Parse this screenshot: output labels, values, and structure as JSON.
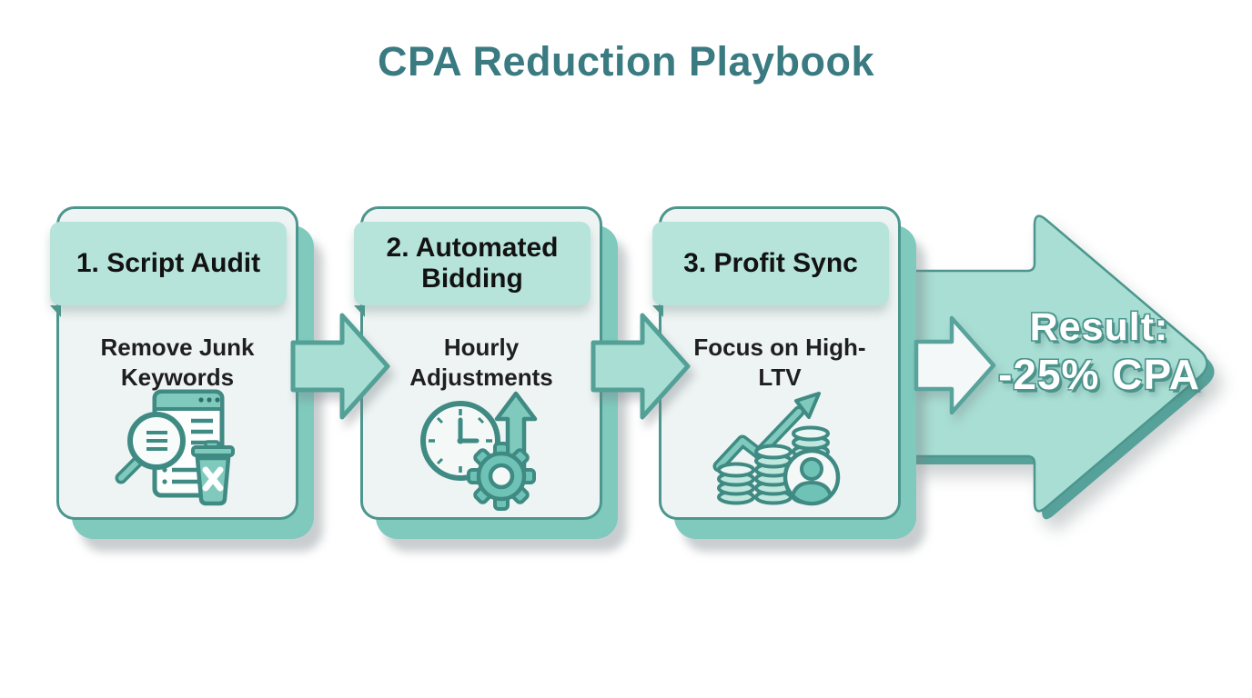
{
  "title": "CPA Reduction Playbook",
  "steps": [
    {
      "header": "1. Script Audit",
      "body": "Remove Junk Keywords",
      "icon": "magnifier-document-trash-icon"
    },
    {
      "header": "2. Automated Bidding",
      "body": "Hourly Adjustments",
      "icon": "clock-gear-up-arrow-icon"
    },
    {
      "header": "3. Profit Sync",
      "body": "Focus on High-LTV",
      "icon": "coin-stacks-growth-person-icon"
    }
  ],
  "result": {
    "label": "Result:",
    "value": "-25% CPA"
  },
  "colors": {
    "title_teal": "#3a7a81",
    "header_mint": "#b6e4da",
    "backing_teal": "#7fc9bd",
    "card_bg": "#eef4f3",
    "card_border": "#4c968e",
    "arrow_fill": "#a8ded4",
    "arrow_border": "#53a096",
    "big_arrow_edge": "#56a199",
    "white_arrow_fill": "#f4f8f8",
    "result_shadow": "#4a948c"
  }
}
